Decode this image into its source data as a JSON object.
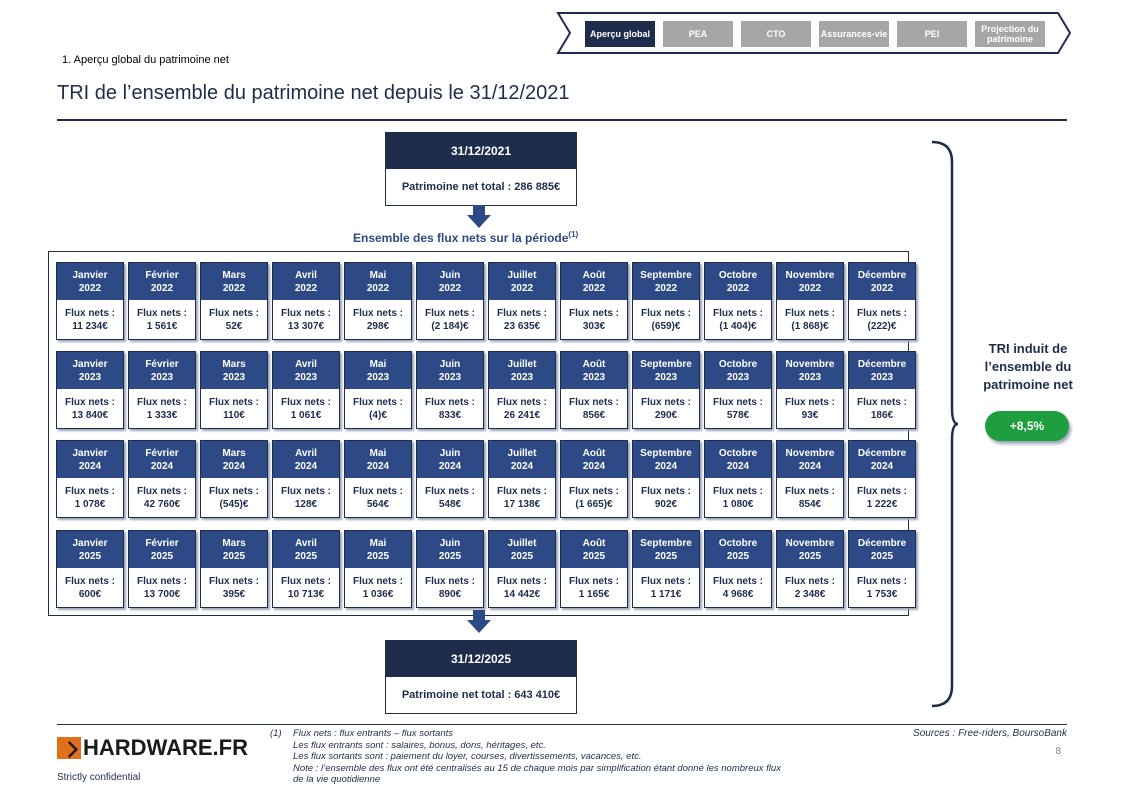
{
  "nav": {
    "tabs": [
      {
        "label": "Aperçu global",
        "active": true
      },
      {
        "label": "PEA",
        "active": false
      },
      {
        "label": "CTO",
        "active": false
      },
      {
        "label": "Assurances-vie",
        "active": false
      },
      {
        "label": "PEI",
        "active": false
      },
      {
        "label": "Projection du patrimoine",
        "active": false
      }
    ]
  },
  "section_label": "1. Aperçu global du patrimoine net",
  "page_title": "TRI de l’ensemble du patrimoine net depuis le 31/12/2021",
  "start_box": {
    "date": "31/12/2021",
    "label": "Patrimoine net total : 286 885€"
  },
  "end_box": {
    "date": "31/12/2025",
    "label": "Patrimoine net total : 643 410€"
  },
  "flux_title": "Ensemble des flux nets sur la période",
  "flux_title_sup": "(1)",
  "flux_label": "Flux nets :",
  "months": [
    "Janvier",
    "Février",
    "Mars",
    "Avril",
    "Mai",
    "Juin",
    "Juillet",
    "Août",
    "Septembre",
    "Octobre",
    "Novembre",
    "Décembre"
  ],
  "years": [
    {
      "year": "2022",
      "values": [
        "11 234€",
        "1 561€",
        "52€",
        "13 307€",
        "298€",
        "(2 184)€",
        "23 635€",
        "303€",
        "(659)€",
        "(1 404)€",
        "(1 868)€",
        "(222)€"
      ]
    },
    {
      "year": "2023",
      "values": [
        "13 840€",
        "1 333€",
        "110€",
        "1 061€",
        "(4)€",
        "833€",
        "26 241€",
        "856€",
        "290€",
        "578€",
        "93€",
        "186€"
      ]
    },
    {
      "year": "2024",
      "values": [
        "1 078€",
        "42 760€",
        "(545)€",
        "128€",
        "564€",
        "548€",
        "17 138€",
        "(1 665)€",
        "902€",
        "1 080€",
        "854€",
        "1 222€"
      ]
    },
    {
      "year": "2025",
      "values": [
        "600€",
        "13 700€",
        "395€",
        "10 713€",
        "1 036€",
        "890€",
        "14 442€",
        "1 165€",
        "1 171€",
        "4 968€",
        "2 348€",
        "1 753€"
      ]
    }
  ],
  "tri": {
    "label": "TRI induit de l’ensemble du patrimoine net",
    "value": "+8,5%"
  },
  "footer": {
    "logo": "HARDWARE.FR",
    "confidential": "Strictly confidential",
    "note_number": "(1)",
    "notes": [
      "Flux nets : flux entrants – flux sortants",
      "Les flux entrants sont : salaires, bonus, dons, héritages, etc.",
      "Les flux sortants sont : paiement du loyer, courses, divertissements, vacances, etc.",
      "Note : l’ensemble des flux ont été centralisés au 15 de chaque mois par simplification étant donné les nombreux flux de la vie quotidienne"
    ],
    "sources": "Sources : Free-riders, BoursoBank",
    "page_number": "8"
  },
  "colors": {
    "navy": "#1f2d4d",
    "blue": "#2e4a86",
    "green": "#1e9e3e",
    "grey": "#a6a6a6",
    "orange": "#e2701b"
  }
}
